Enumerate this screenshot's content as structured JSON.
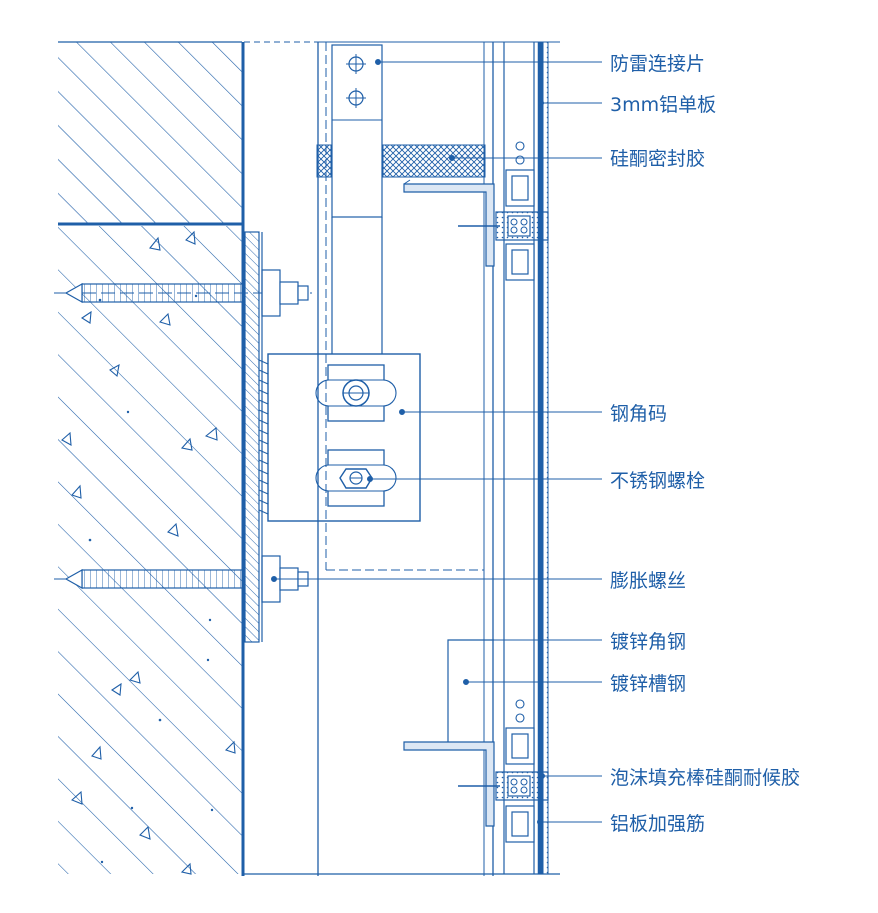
{
  "colors": {
    "line": "#1f5fa8",
    "background": "#ffffff",
    "fill_light": "#dce7f4"
  },
  "labels": {
    "lightning_strip": "防雷连接片",
    "aluminum_panel": "3mm铝单板",
    "silicone_sealant": "硅酮密封胶",
    "steel_angle_bracket": "钢角码",
    "stainless_bolt": "不锈钢螺栓",
    "expansion_bolt": "膨胀螺丝",
    "galvanized_angle": "镀锌角钢",
    "galvanized_channel": "镀锌槽钢",
    "foam_rod_weather_sealant": "泡沫填充棒硅酮耐候胶",
    "panel_stiffener": "铝板加强筋"
  }
}
